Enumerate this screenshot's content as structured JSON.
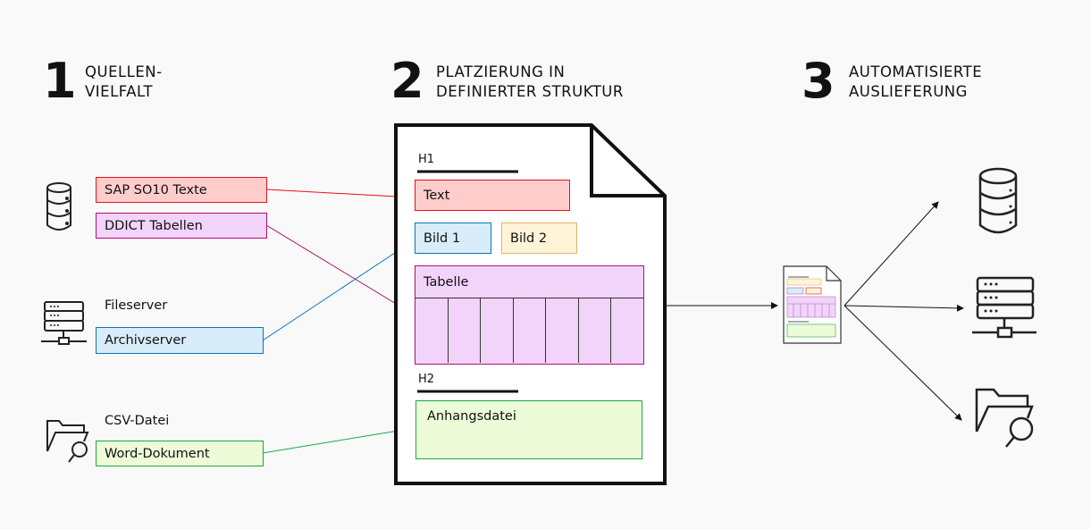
{
  "steps": [
    {
      "number": "1",
      "title_line1": "QUELLEN-",
      "title_line2": "VIELFALT"
    },
    {
      "number": "2",
      "title_line1": "PLATZIERUNG IN",
      "title_line2": "DEFINIERTER STRUKTUR"
    },
    {
      "number": "3",
      "title_line1": "AUTOMATISIERTE",
      "title_line2": "AUSLIEFERUNG"
    }
  ],
  "sources": {
    "sap": "SAP SO10 Texte",
    "ddict": "DDICT Tabellen",
    "fileserver": "Fileserver",
    "archivserver": "Archivserver",
    "csv": "CSV-Datei",
    "word": "Word-Dokument"
  },
  "document": {
    "h1": "H1",
    "text": "Text",
    "bild1": "Bild 1",
    "bild2": "Bild 2",
    "tabelle": "Tabelle",
    "h2": "H2",
    "anhang": "Anhangsdatei"
  },
  "colors": {
    "red": "#e8101a",
    "purple": "#b0106e",
    "blue": "#0a74b8",
    "green": "#18a84a",
    "orange": "#e2b468"
  }
}
